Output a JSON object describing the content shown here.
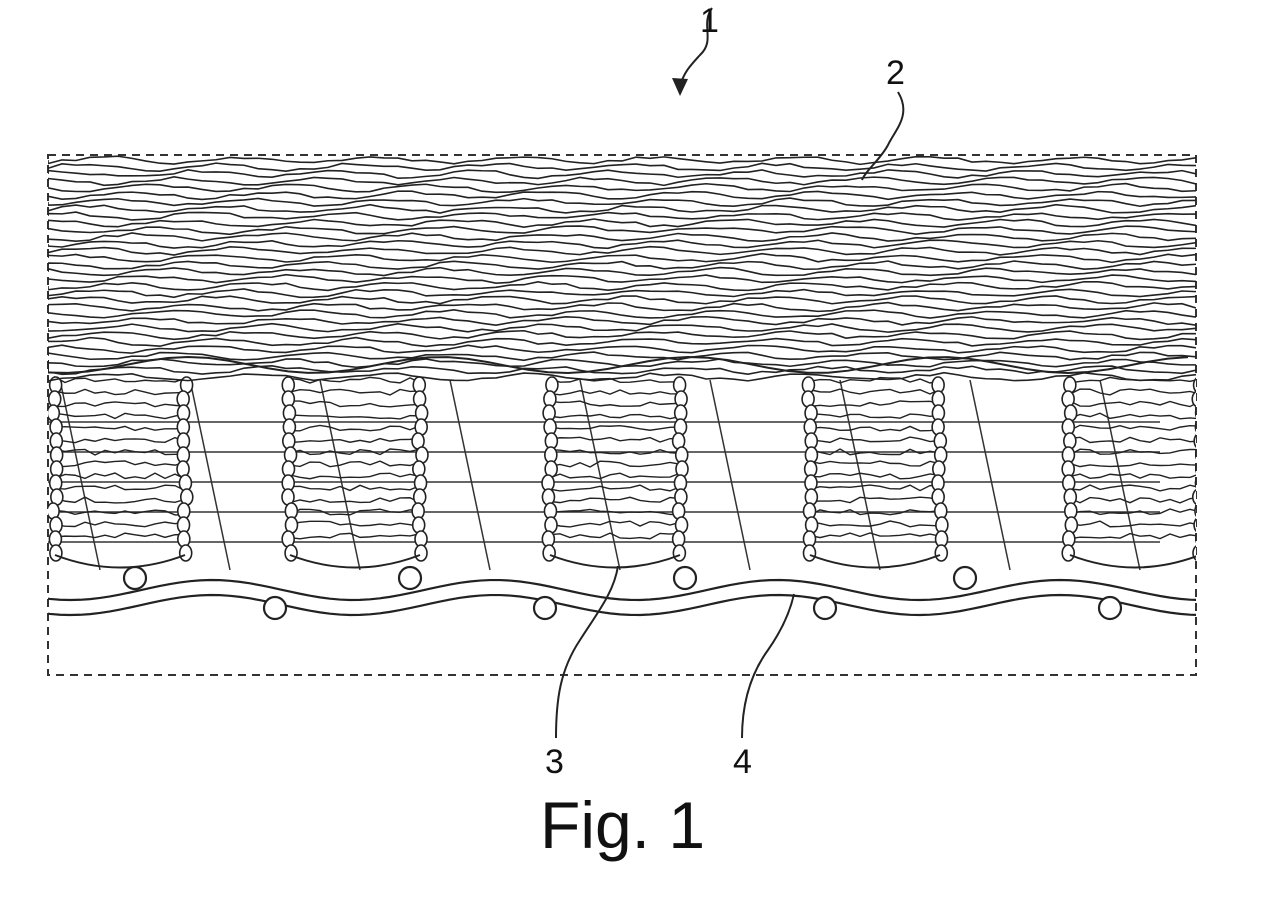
{
  "figure": {
    "caption": "Fig. 1",
    "reference_numerals": [
      {
        "id": "1",
        "text": "1"
      },
      {
        "id": "2",
        "text": "2"
      },
      {
        "id": "3",
        "text": "3"
      },
      {
        "id": "4",
        "text": "4"
      }
    ],
    "colors": {
      "line": "#222222",
      "background": "#ffffff"
    }
  }
}
